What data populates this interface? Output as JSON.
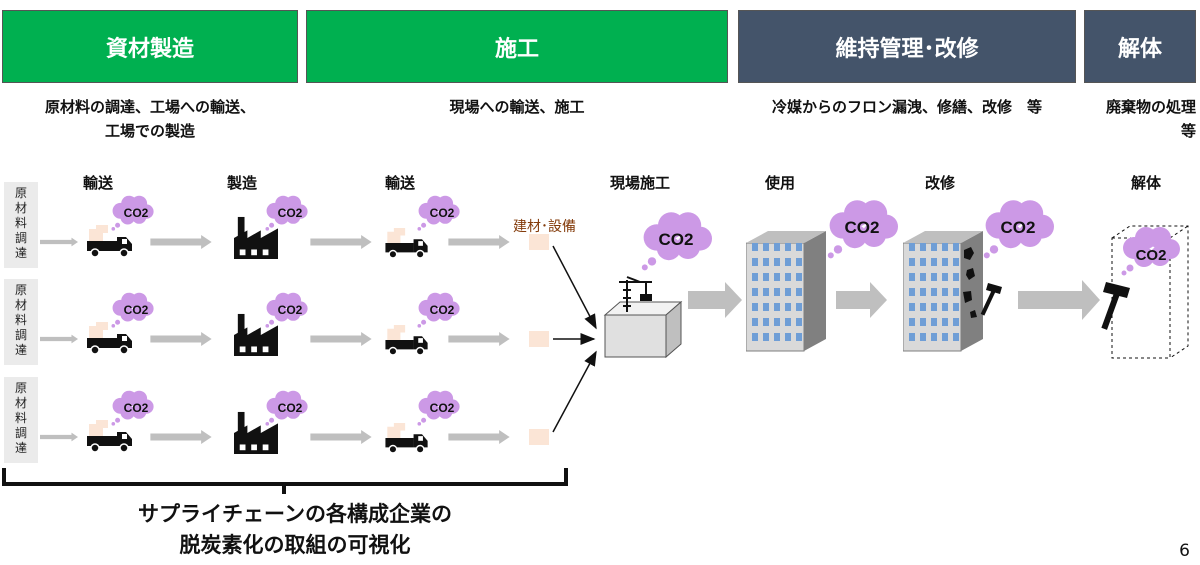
{
  "phases": [
    {
      "label": "資材製造"
    },
    {
      "label": "施工"
    },
    {
      "label": "維持管理･改修"
    },
    {
      "label": "解体"
    }
  ],
  "descriptions": {
    "manufacturing_line1": "原材料の調達、工場への輸送、",
    "manufacturing_line2": "工場での製造",
    "construction": "現場への輸送、施工",
    "maintenance": "冷媒からのフロン漏洩、修繕、改修　等",
    "demolition_line1": "廃棄物の処理",
    "demolition_line2": "等"
  },
  "stages": {
    "transport1": "輸送",
    "factory": "製造",
    "transport2": "輸送",
    "site": "現場施工",
    "use": "使用",
    "renovation": "改修",
    "demolition": "解体"
  },
  "raw_label_chars": [
    "原",
    "材",
    "料",
    "調",
    "達"
  ],
  "material_label": "建材･設備",
  "co2_label": "CO2",
  "bottom_text": {
    "line1": "サプライチェーンの各構成企業の",
    "line2": "脱炭素化の取組の可視化"
  },
  "page_number": "6",
  "colors": {
    "green": "#00b050",
    "slate": "#44546a",
    "cloud": "#cc99e6",
    "arrow": "#bfbfbf",
    "material": "#fbe5d6"
  }
}
